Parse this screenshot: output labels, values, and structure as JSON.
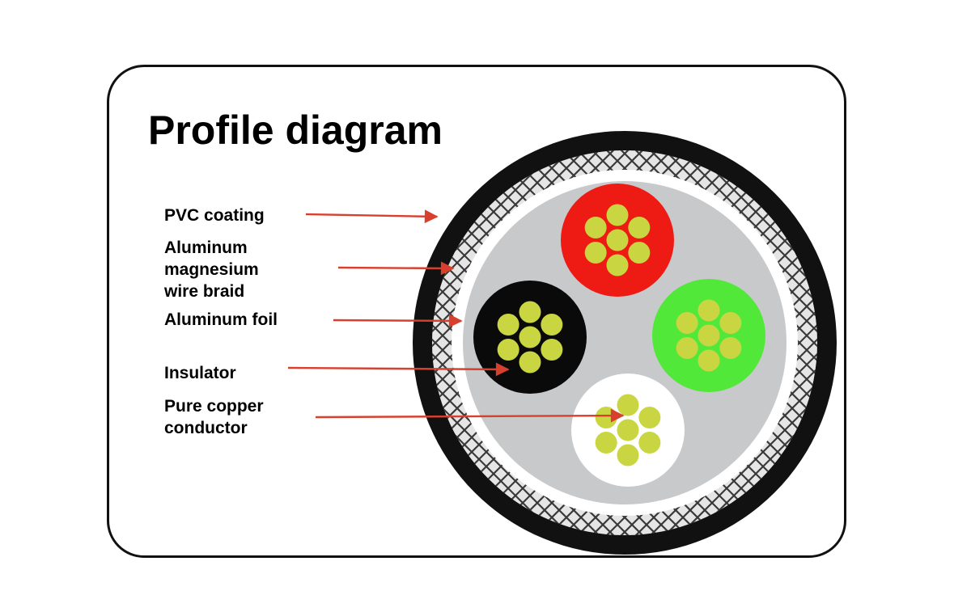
{
  "title": "Profile diagram",
  "labels": {
    "pvc_coating": "PVC coating",
    "braid_line1": "Aluminum",
    "braid_line2": "magnesium",
    "braid_line3": "wire braid",
    "aluminum_foil": "Aluminum foil",
    "insulator": "Insulator",
    "conductor_line1": "Pure copper",
    "conductor_line2": "conductor"
  },
  "colors": {
    "sheath": "#111111",
    "foil": "#ffffff",
    "filler": "#c7c9cb",
    "core_red": "#ee1b14",
    "core_green": "#52e83a",
    "core_black": "#0a0a0a",
    "core_white": "#ffffff",
    "strand": "#c9d641",
    "arrow": "#d8402e"
  }
}
